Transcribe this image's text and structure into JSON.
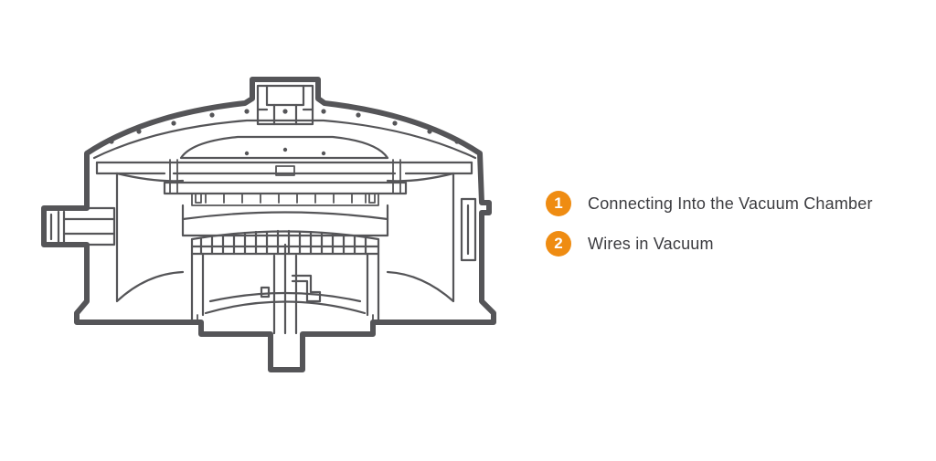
{
  "colors": {
    "line": "#555558",
    "accent": "#ef8c12",
    "text": "#3b3b3f",
    "background": "#ffffff"
  },
  "legend": {
    "items": [
      {
        "number": "1",
        "label": "Connecting Into the Vacuum Chamber"
      },
      {
        "number": "2",
        "label": "Wires in Vacuum"
      }
    ]
  }
}
